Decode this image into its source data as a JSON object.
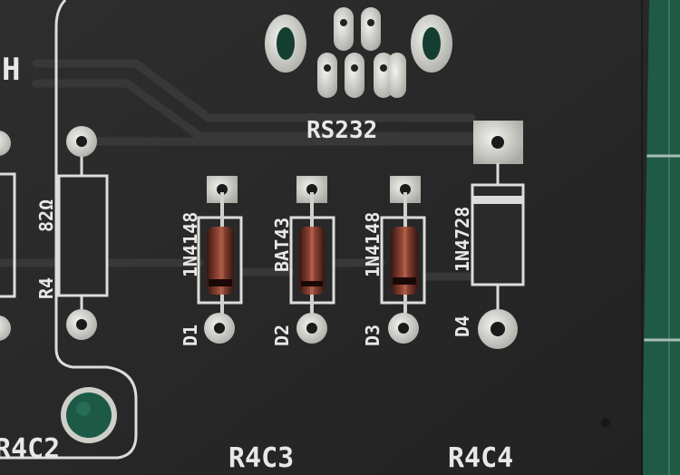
{
  "board": {
    "connector_label": "RS232",
    "resistor": {
      "ref": "R4",
      "value": "82Ω"
    },
    "diodes": [
      {
        "ref": "D1",
        "part": "1N4148"
      },
      {
        "ref": "D2",
        "part": "BAT43"
      },
      {
        "ref": "D3",
        "part": "1N4148"
      },
      {
        "ref": "D4",
        "part": "1N4728"
      }
    ],
    "grid_labels": [
      "R4C2",
      "R4C3",
      "R4C4"
    ],
    "edge_text": "H"
  },
  "colors": {
    "pcb": "#262626",
    "silkscreen": "#e8e8e6",
    "pad": "#d9d9d4",
    "glass_diode": "#8a3a2e",
    "cutting_mat": "#1f5a45",
    "unplated_hole": "#1d5a46"
  }
}
